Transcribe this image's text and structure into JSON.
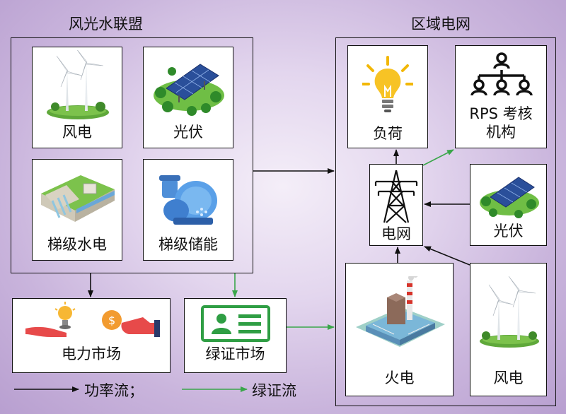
{
  "left_group": {
    "title": "风光水联盟",
    "items": [
      {
        "label": "风电",
        "icon": "wind-turbine-icon"
      },
      {
        "label": "光伏",
        "icon": "solar-panel-icon"
      },
      {
        "label": "梯级水电",
        "icon": "hydropower-dam-icon"
      },
      {
        "label": "梯级储能",
        "icon": "pump-storage-icon"
      }
    ]
  },
  "right_group": {
    "title": "区域电网",
    "load": {
      "label": "负荷",
      "icon": "lightbulb-icon"
    },
    "rps": {
      "label_line1": "RPS 考核",
      "label_line2": "机构",
      "icon": "org-chart-icon"
    },
    "grid": {
      "label": "电网",
      "icon": "transmission-tower-icon"
    },
    "pv": {
      "label": "光伏",
      "icon": "solar-panel-icon"
    },
    "thermal": {
      "label": "火电",
      "icon": "thermal-plant-icon"
    },
    "wind": {
      "label": "风电",
      "icon": "wind-turbine-icon"
    }
  },
  "markets": {
    "power": {
      "label": "电力市场",
      "icon": "power-market-icon"
    },
    "green_cert": {
      "label": "绿证市场",
      "icon": "certificate-icon"
    }
  },
  "legend": {
    "power_flow": "功率流；",
    "cert_flow": "绿证流"
  },
  "colors": {
    "power_flow": "#111111",
    "cert_flow": "#3aa64a"
  }
}
